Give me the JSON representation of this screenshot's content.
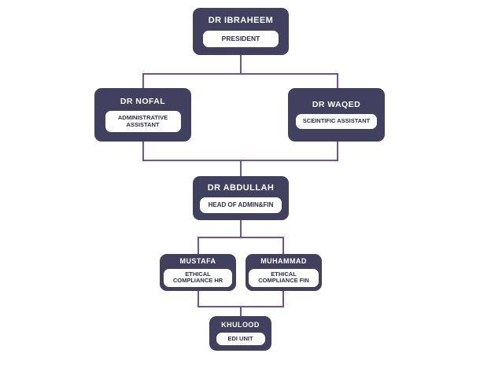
{
  "chart_type": "org-chart",
  "colors": {
    "node_fill": "#41415F",
    "pill_fill": "#FFFFFF",
    "pill_text": "#2E2E4A",
    "title_text": "#FFFFFF",
    "connector": "#6F51A8",
    "background": "#FFFFFF"
  },
  "nodes": {
    "president": {
      "name": "DR IBRAHEEM",
      "role": "PRESIDENT"
    },
    "admin_assistant": {
      "name": "DR NOFAL",
      "role": "ADMINISTRATIVE ASSISTANT"
    },
    "scientific_assistant": {
      "name": "DR WAQED",
      "role": "SCEINTIFIC ASSISTANT"
    },
    "head_admin_fin": {
      "name": "DR ABDULLAH",
      "role": "HEAD OF ADMIN&FIN"
    },
    "compliance_hr": {
      "name": "MUSTAFA",
      "role": "ETHICAL COMPLIANCE HR"
    },
    "compliance_fin": {
      "name": "MUHAMMAD",
      "role": "ETHICAL COMPLIANCE FIN"
    },
    "edi_unit": {
      "name": "KHULOOD",
      "role": "EDI UNIT"
    }
  }
}
